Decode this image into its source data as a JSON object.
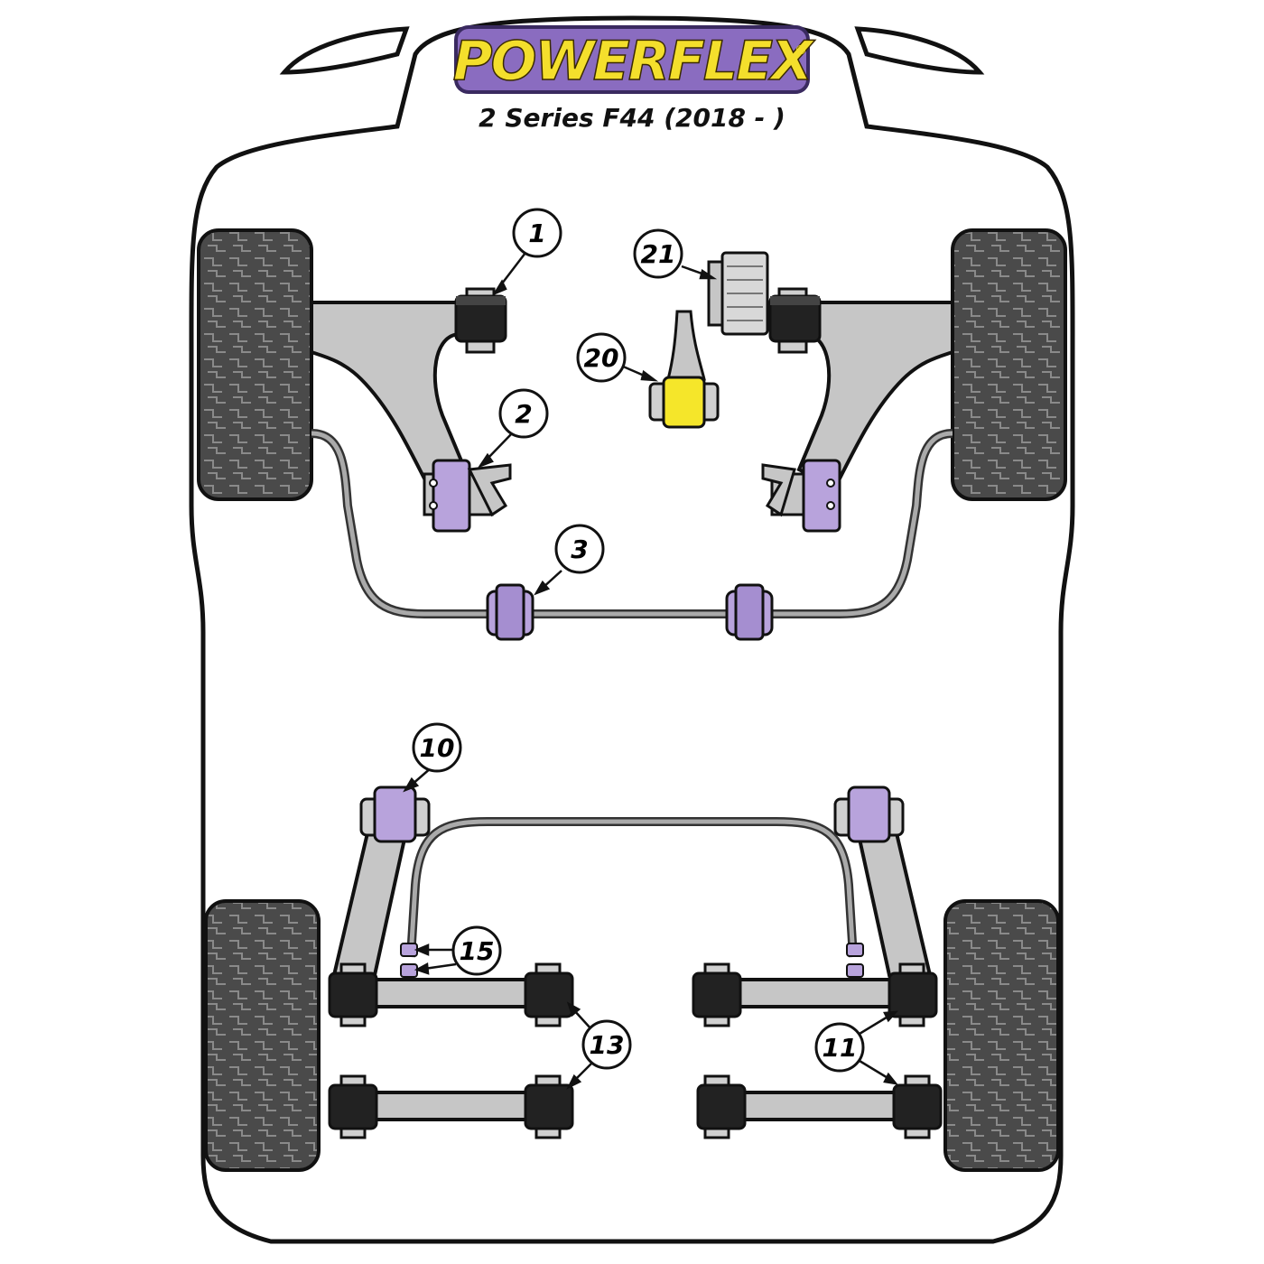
{
  "brand": {
    "name": "POWERFLEX",
    "registered": "®"
  },
  "subtitle": "2 Series F44 (2018 - )",
  "colors": {
    "outline": "#111111",
    "polyPurple": "#b8a3dc",
    "polyPurpleDark": "#7a5fae",
    "polyYellow": "#f5e62a",
    "polyYellowDark": "#c9b200",
    "armGray": "#c6c6c6",
    "bushBlack": "#222222",
    "logoBg": "#8a6cc0",
    "logoText": "#f4df2c"
  },
  "callouts": [
    {
      "id": "1",
      "label": "1"
    },
    {
      "id": "2",
      "label": "2"
    },
    {
      "id": "3",
      "label": "3"
    },
    {
      "id": "10",
      "label": "10"
    },
    {
      "id": "11",
      "label": "11"
    },
    {
      "id": "13",
      "label": "13"
    },
    {
      "id": "15",
      "label": "15"
    },
    {
      "id": "20",
      "label": "20"
    },
    {
      "id": "21",
      "label": "21"
    }
  ]
}
